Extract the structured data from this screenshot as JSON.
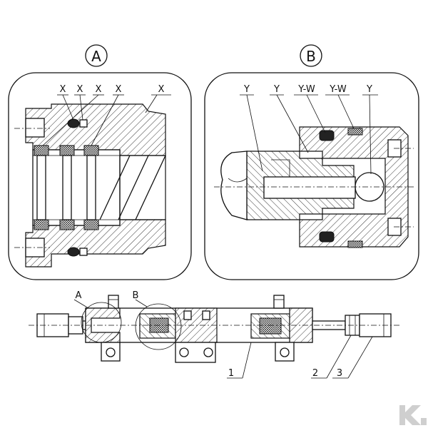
{
  "detail_a": {
    "label": "A",
    "callouts": [
      "X",
      "X",
      "X",
      "X",
      "X"
    ]
  },
  "detail_b": {
    "label": "B",
    "callouts": [
      "Y",
      "Y",
      "Y-W",
      "Y-W",
      "Y"
    ]
  },
  "assembly": {
    "detail_labels": [
      "A",
      "B"
    ],
    "part_numbers": [
      "1",
      "2",
      "3"
    ]
  },
  "brand": {
    "icon": "brand-k-logo-icon",
    "color": "#cfcfcf"
  }
}
